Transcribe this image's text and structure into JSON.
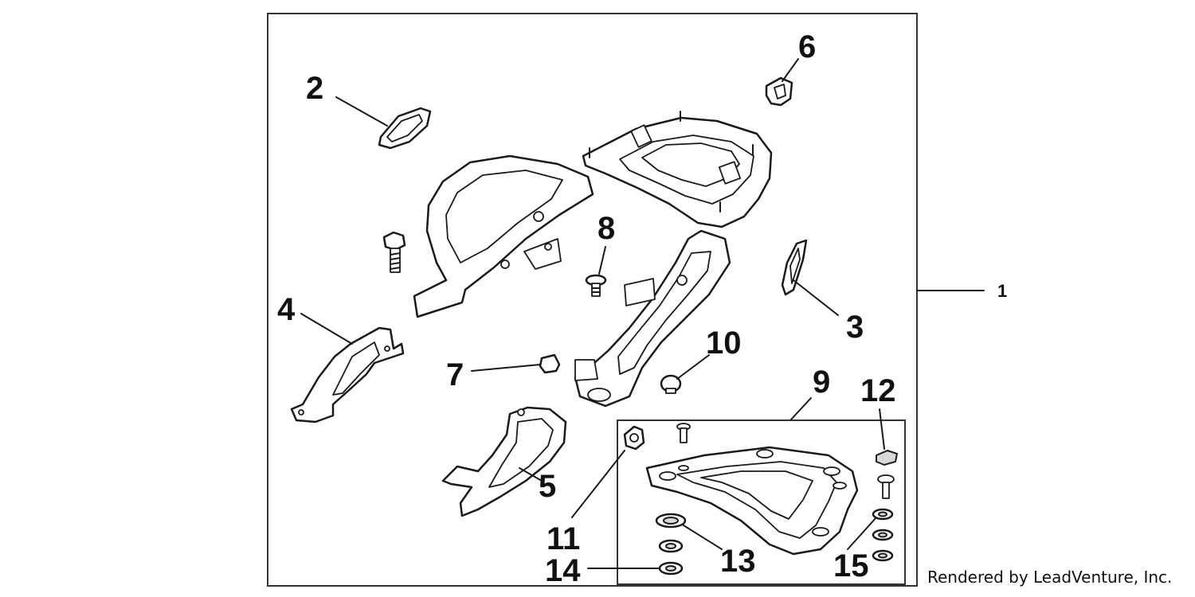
{
  "diagram": {
    "credit": "Rendered by LeadVenture, Inc.",
    "assembly_label": "1",
    "kit_label": "9",
    "callouts": {
      "c2": "2",
      "c3": "3",
      "c4": "4",
      "c5": "5",
      "c6": "6",
      "c7": "7",
      "c8": "8",
      "c10": "10",
      "c11": "11",
      "c12": "12",
      "c13": "13",
      "c14": "14",
      "c15": "15"
    }
  }
}
